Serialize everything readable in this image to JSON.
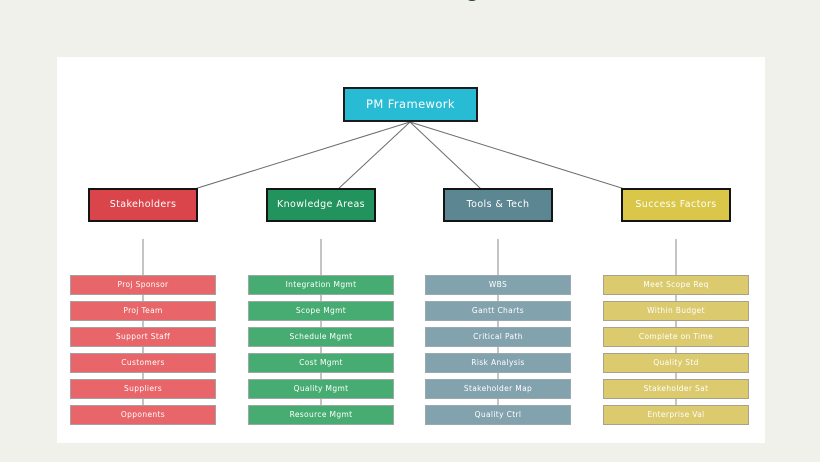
{
  "page": {
    "background_color": "#f1f1ec",
    "card_background_color": "#ffffff",
    "cropped_title_fragment": ""
  },
  "diagram": {
    "type": "tree",
    "root": {
      "label": "PM Framework",
      "color": "#27bcd4"
    },
    "branches": [
      {
        "id": "stakeholders",
        "label": "Stakeholders",
        "color": "#d9454a",
        "leaf_color": "#e8656a",
        "leaves": [
          "Proj Sponsor",
          "Proj Team",
          "Support Staff",
          "Customers",
          "Suppliers",
          "Opponents"
        ]
      },
      {
        "id": "knowledge-areas",
        "label": "Knowledge Areas",
        "color": "#23935d",
        "leaf_color": "#46ac72",
        "leaves": [
          "Integration Mgmt",
          "Scope Mgmt",
          "Schedule Mgmt",
          "Cost Mgmt",
          "Quality Mgmt",
          "Resource Mgmt"
        ]
      },
      {
        "id": "tools-tech",
        "label": "Tools & Tech",
        "color": "#5d8693",
        "leaf_color": "#82a2ad",
        "leaves": [
          "WBS",
          "Gantt Charts",
          "Critical Path",
          "Risk Analysis",
          "Stakeholder Map",
          "Quality Ctrl"
        ]
      },
      {
        "id": "success-factors",
        "label": "Success Factors",
        "color": "#dac648",
        "leaf_color": "#dbca6e",
        "leaves": [
          "Meet Scope Req",
          "Within Budget",
          "Complete on Time",
          "Quality Std",
          "Stakeholder Sat",
          "Enterprise Val"
        ]
      }
    ],
    "edge_color": "#6b6b6b"
  }
}
